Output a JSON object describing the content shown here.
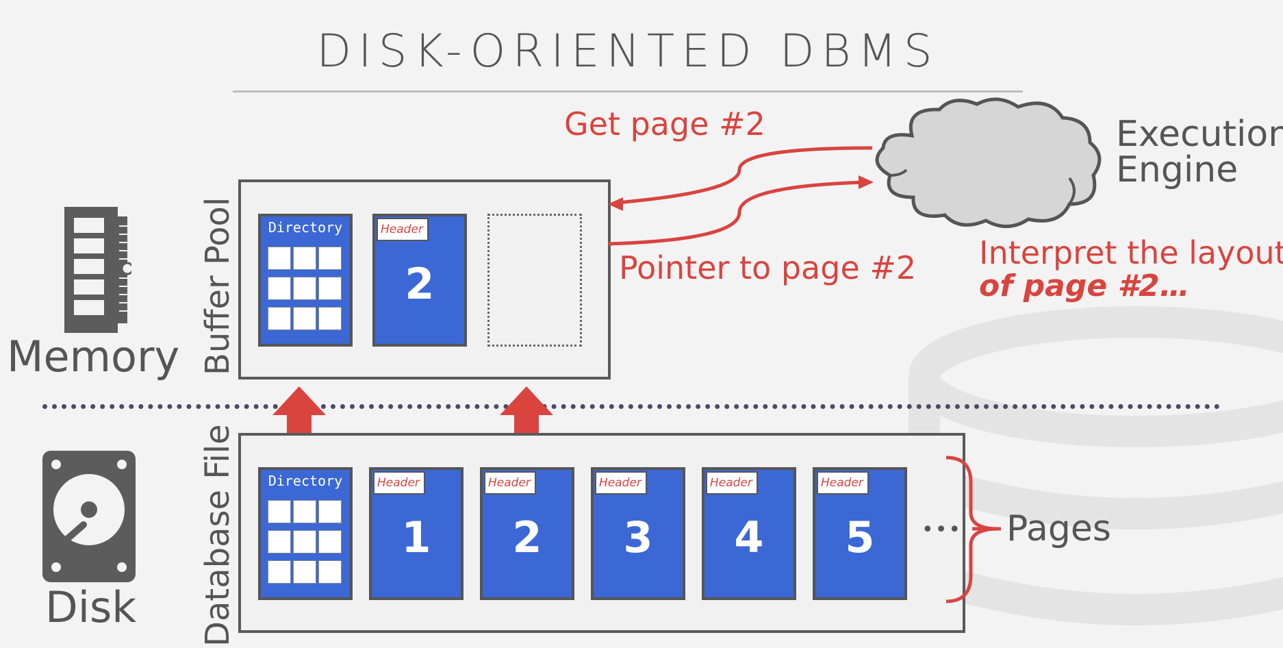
{
  "title": "DISK-ORIENTED DBMS",
  "memory_label": "Memory",
  "disk_label": "Disk",
  "buffer_pool_label": "Buffer Pool",
  "database_file_label": "Database File",
  "directory_label": "Directory",
  "header_label": "Header",
  "buffer_pages": [
    {
      "number": "2"
    }
  ],
  "file_pages": [
    {
      "number": "1"
    },
    {
      "number": "2"
    },
    {
      "number": "3"
    },
    {
      "number": "4"
    },
    {
      "number": "5"
    }
  ],
  "ellipsis": "•••",
  "pages_label": "Pages",
  "request_label": "Get page #2",
  "pointer_label": "Pointer to page #2",
  "execution_engine_line1": "Execution",
  "execution_engine_line2": "Engine",
  "interpret_line1": "Interpret the layout",
  "interpret_line2": "of page #2…",
  "colors": {
    "page_blue": "#3b68d4",
    "accent_red": "#d9443f",
    "outline_gray": "#5a5a5a",
    "background": "#f3f3f3"
  },
  "icons": [
    "memory-chip-icon",
    "hard-disk-icon",
    "database-watermark-icon",
    "cloud-icon"
  ]
}
